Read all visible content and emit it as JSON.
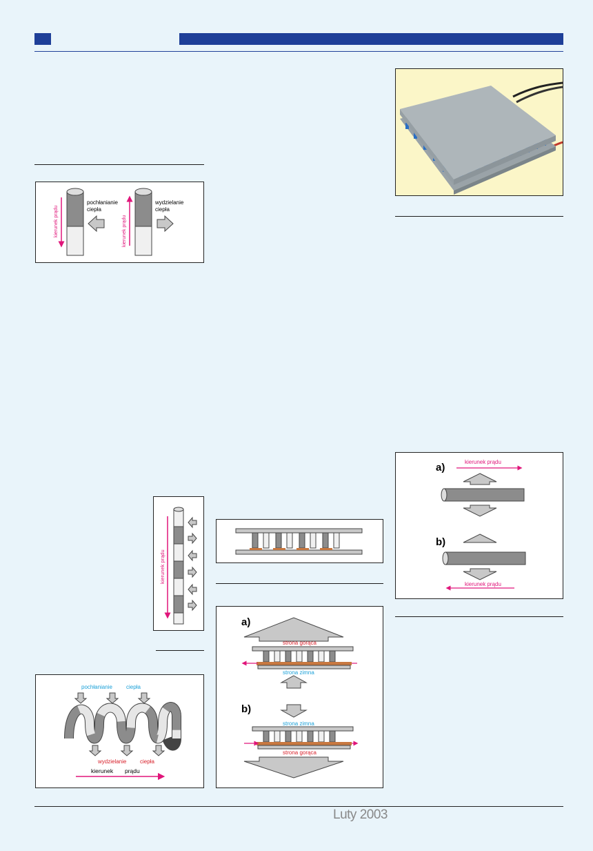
{
  "footer": {
    "issue": "Luty 2003"
  },
  "fig_cylinders": {
    "current_label": "kierunek prądu",
    "absorb_1": "pochłanianie",
    "absorb_2": "ciepła",
    "emit_1": "wydzielanie",
    "emit_2": "ciepła"
  },
  "fig_rod": {
    "current_label": "kierunek prądu"
  },
  "fig_zigzag": {
    "absorb": "pochłanianie",
    "heat_top": "ciepła",
    "emit": "wydzielanie",
    "heat_bottom": "ciepła",
    "current": "kierunek",
    "current_2": "prądu"
  },
  "fig_module": {
    "a_label": "a)",
    "b_label": "b)",
    "hot_side": "strona gorąca",
    "cold_side": "strona zimna"
  },
  "fig_bars": {
    "a_label": "a)",
    "b_label": "b)",
    "current_label": "kierunek prądu"
  },
  "colors": {
    "accent": "#1e3f98",
    "magenta": "#e0157a",
    "cyan": "#1aa0d8",
    "red": "#d8202a"
  }
}
